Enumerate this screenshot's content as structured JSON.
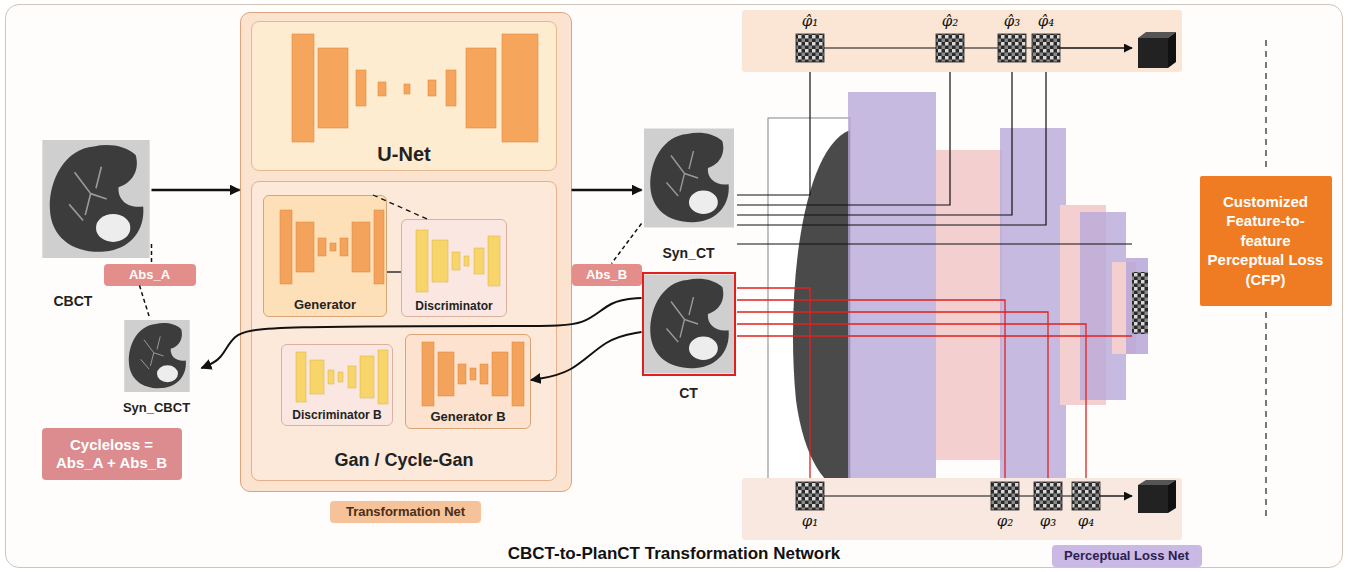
{
  "diagram": {
    "nodes": [
      {
        "text": [
          "CBCT-to-PlanCT Transformation Network"
        ]
      },
      {
        "text": [
          "Transformation Net"
        ],
        "in": 0
      },
      {
        "text": [
          "U-Net"
        ],
        "in": 1
      },
      {
        "text": [
          "Gan / Cycle-Gan"
        ],
        "in": 1
      },
      {
        "text": [
          "Generator"
        ],
        "in": 3
      },
      {
        "text": [
          "Discriminator"
        ],
        "in": 3
      },
      {
        "text": [
          "Discriminator B"
        ],
        "in": 3
      },
      {
        "text": [
          "Generator B"
        ],
        "in": 3
      },
      {
        "text": [
          "CBCT"
        ],
        "in": 0
      },
      {
        "text": [
          "Syn_CBCT"
        ],
        "in": 0
      },
      {
        "text": [
          "Syn_CT"
        ],
        "in": 0
      },
      {
        "text": [
          "CT"
        ],
        "in": 0
      },
      {
        "text": [
          "Abs_A"
        ],
        "in": 0
      },
      {
        "text": [
          "Abs_B"
        ],
        "in": 0
      },
      {
        "text": [
          "Cycleloss = Abs_A + Abs_B"
        ],
        "in": 0
      },
      {
        "text": [
          "Customized Feature-to-feature Perceptual Loss (CFP)"
        ],
        "in": 0
      },
      {
        "text": [
          "Perceptual Loss Net"
        ],
        "in": 0
      }
    ],
    "edges": [
      {
        "from": 8,
        "to": 1,
        "arrow": "to"
      },
      {
        "from": 1,
        "to": 10,
        "arrow": "to"
      },
      {
        "from": 11,
        "to": 7,
        "arrow": "to"
      },
      {
        "from": 11,
        "to": 9,
        "arrow": "to"
      },
      {
        "from": 4,
        "to": 5,
        "arrow": "none"
      },
      {
        "from": 4,
        "to": 5,
        "arrow": "none"
      },
      {
        "from": 8,
        "to": 12,
        "arrow": "none"
      },
      {
        "from": 12,
        "to": 9,
        "arrow": "none"
      },
      {
        "from": 10,
        "to": 13,
        "arrow": "none"
      }
    ],
    "labels": [
      "φ̂₁",
      "φ̂₂",
      "φ̂₃",
      "φ̂₄",
      "φ₁",
      "φ₂",
      "φ₃",
      "φ₄"
    ]
  }
}
